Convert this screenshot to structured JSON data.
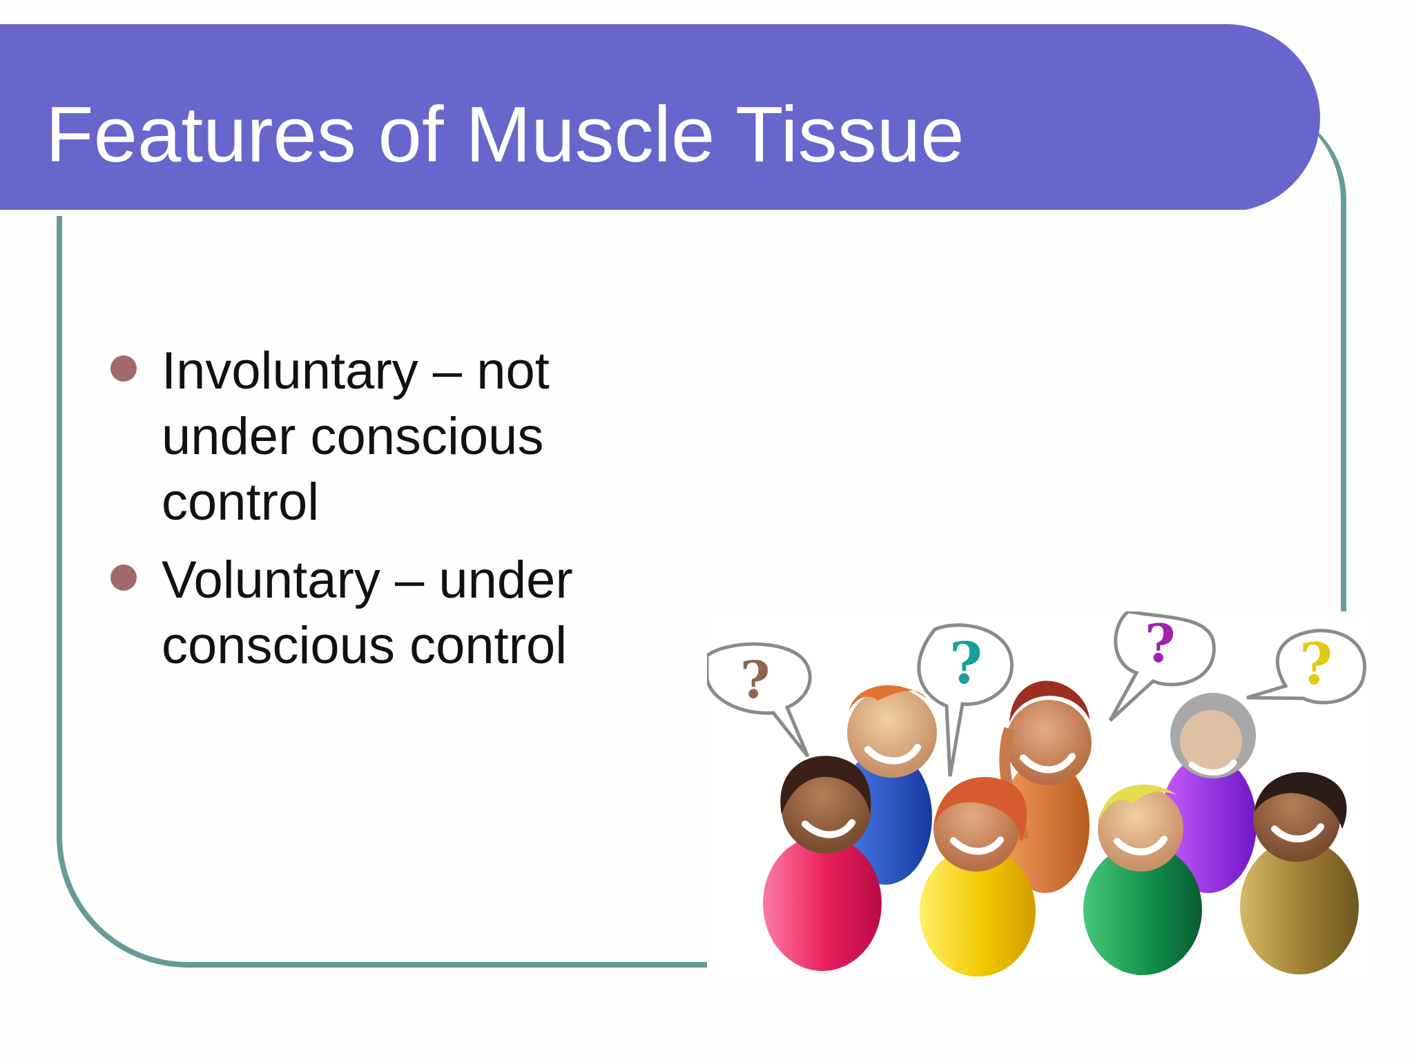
{
  "slide": {
    "title": "Features of Muscle Tissue",
    "bullets": [
      {
        "text": "Involuntary – not under conscious control"
      },
      {
        "text": "Voluntary – under conscious control"
      }
    ]
  },
  "illustration": {
    "description_icon": "group-of-people-with-question-bubbles",
    "question_marks": [
      "?",
      "?",
      "?",
      "?"
    ]
  },
  "colors": {
    "title_bar": "#6666cc",
    "title_text": "#ffffff",
    "frame_border": "#679b9b",
    "bullet_dot": "#a06a6a",
    "body_text": "#111111"
  }
}
